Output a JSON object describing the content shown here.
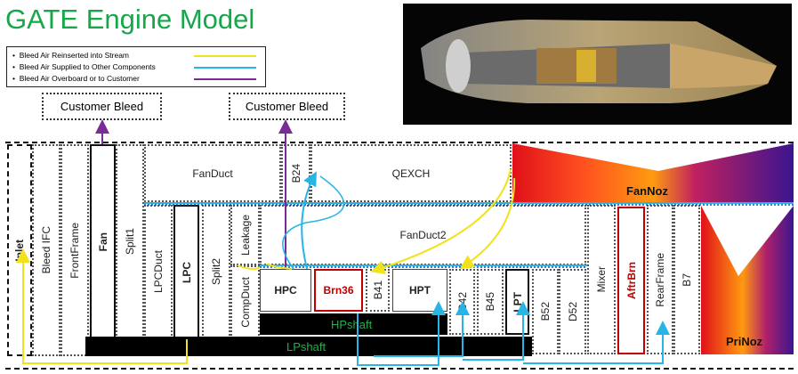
{
  "title": "GATE Engine Model",
  "legend": [
    {
      "label": "Bleed Air Reinserted into Stream",
      "color": "#f2e21a"
    },
    {
      "label": "Bleed Air Supplied to Other Components",
      "color": "#27b4e6"
    },
    {
      "label": "Bleed Air Overboard or to Customer",
      "color": "#7a2b96"
    }
  ],
  "customer_bleed": [
    "Customer Bleed",
    "Customer Bleed"
  ],
  "components": {
    "inlet": "Inlet",
    "bleed_ifc": "Bleed IFC",
    "frontframe": "FrontFrame",
    "fan": "Fan",
    "split1": "Split1",
    "lpcduct": "LPCDuct",
    "lpc": "LPC",
    "split2": "Split2",
    "compduct": "CompDuct",
    "leakage": "Leakage",
    "fanduct": "FanDuct",
    "b24": "B24",
    "qexch": "QEXCH",
    "fannoz": "FanNoz",
    "fanduct2": "FanDuct2",
    "hpc": "HPC",
    "brn36": "Brn36",
    "b41": "B41",
    "hpt": "HPT",
    "b42": "B42",
    "b45": "B45",
    "lpt": "LPT",
    "b52": "B52",
    "d52": "D52",
    "mixer": "Mixer",
    "aftrbrn": "AftrBrn",
    "rearframe": "RearFrame",
    "b7": "B7",
    "prinoz": "PriNoz",
    "hpshaft": "HPshaft",
    "lpshaft": "LPshaft"
  },
  "colors": {
    "title": "#15a84a",
    "shaft_label": "#1fb24a",
    "yellow": "#f2e21a",
    "blue": "#27b4e6",
    "purple": "#7a2b96",
    "red": "#c00000"
  }
}
